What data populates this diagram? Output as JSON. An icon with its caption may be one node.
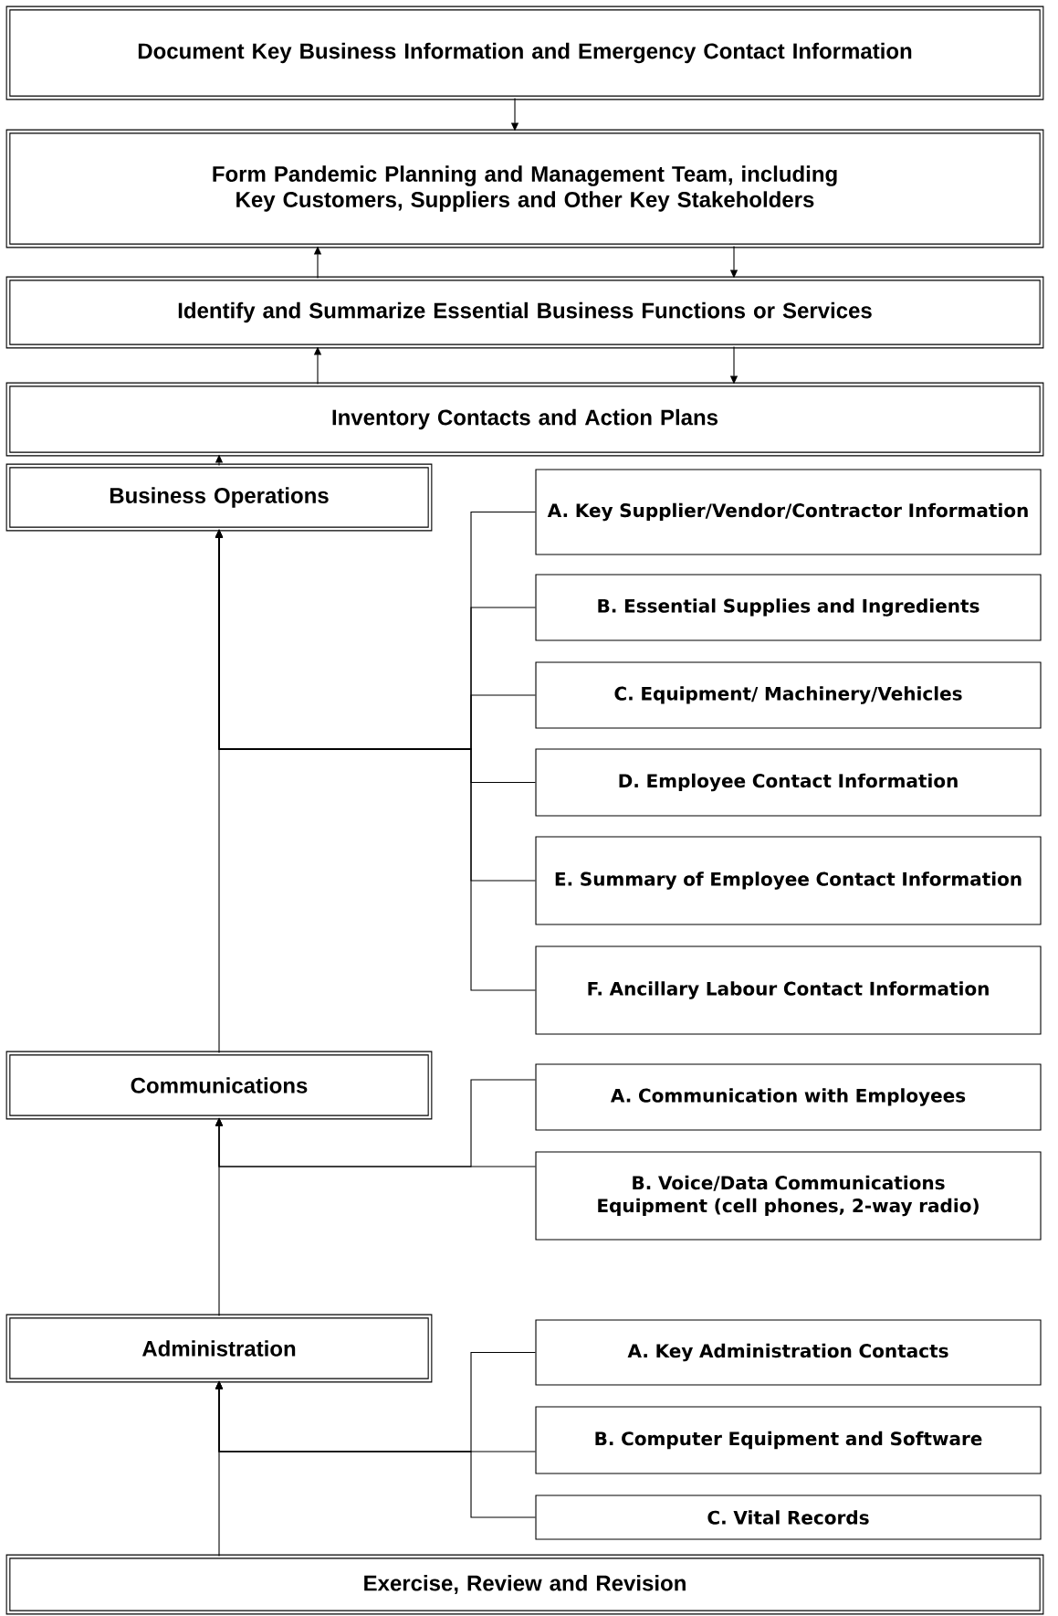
{
  "diagram": {
    "nodes": [
      {
        "text": [
          "Document Key Business Information and Emergency Contact Information"
        ]
      },
      {
        "text": [
          "Form Pandemic Planning and Management Team, including Key Customers, Suppliers and Other Key Stakeholders"
        ]
      },
      {
        "text": [
          "Identify and Summarize Essential Business Functions or Services"
        ]
      },
      {
        "text": [
          "Inventory Contacts and Action Plans"
        ]
      },
      {
        "text": [
          "Business Operations"
        ]
      },
      {
        "text": [
          "A. Key Supplier/Vendor/Contractor Information"
        ]
      },
      {
        "text": [
          "B. Essential Supplies and Ingredients"
        ]
      },
      {
        "text": [
          "C. Equipment/ Machinery/Vehicles"
        ]
      },
      {
        "text": [
          "D. Employee Contact Information"
        ]
      },
      {
        "text": [
          "E. Summary of Employee Contact Information"
        ]
      },
      {
        "text": [
          "F. Ancillary Labour Contact Information"
        ]
      },
      {
        "text": [
          "Communications"
        ]
      },
      {
        "text": [
          "A. Communication with Employees"
        ]
      },
      {
        "text": [
          "B. Voice/Data Communications Equipment (cell phones, 2-way radio)"
        ]
      },
      {
        "text": [
          "Administration"
        ]
      },
      {
        "text": [
          "A. Key Administration Contacts"
        ]
      },
      {
        "text": [
          "B. Computer Equipment and Software"
        ]
      },
      {
        "text": [
          "C. Vital Records"
        ]
      },
      {
        "text": [
          "Exercise, Review and Revision"
        ]
      }
    ],
    "edges": [
      {
        "from": 0,
        "to": 1,
        "arrow": "to"
      },
      {
        "from": 2,
        "to": 1,
        "arrow": "to"
      },
      {
        "from": 1,
        "to": 2,
        "arrow": "to"
      },
      {
        "from": 3,
        "to": 2,
        "arrow": "to"
      },
      {
        "from": 2,
        "to": 3,
        "arrow": "to"
      },
      {
        "from": 4,
        "to": 3,
        "arrow": "to"
      },
      {
        "from": 5,
        "to": 4,
        "arrow": "to"
      },
      {
        "from": 6,
        "to": 4,
        "arrow": "to"
      },
      {
        "from": 7,
        "to": 4,
        "arrow": "to"
      },
      {
        "from": 8,
        "to": 4,
        "arrow": "to"
      },
      {
        "from": 9,
        "to": 4,
        "arrow": "to"
      },
      {
        "from": 10,
        "to": 4,
        "arrow": "to"
      },
      {
        "from": 11,
        "to": 4,
        "arrow": "to"
      },
      {
        "from": 12,
        "to": 11,
        "arrow": "to"
      },
      {
        "from": 13,
        "to": 11,
        "arrow": "to"
      },
      {
        "from": 14,
        "to": 11,
        "arrow": "to"
      },
      {
        "from": 15,
        "to": 14,
        "arrow": "to"
      },
      {
        "from": 16,
        "to": 14,
        "arrow": "to"
      },
      {
        "from": 17,
        "to": 14,
        "arrow": "to"
      },
      {
        "from": 18,
        "to": 14,
        "arrow": "to"
      }
    ]
  }
}
